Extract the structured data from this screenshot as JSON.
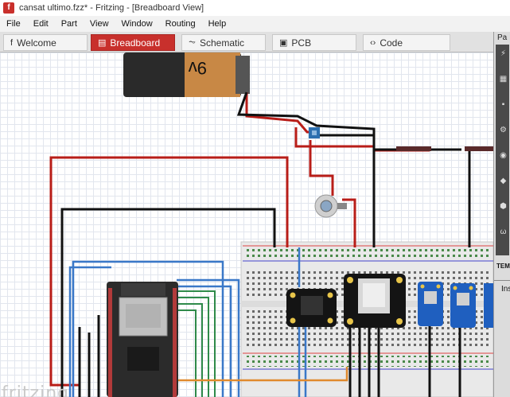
{
  "window": {
    "title": "cansat ultimo.fzz* - Fritzing - [Breadboard View]",
    "app_icon_letter": "f"
  },
  "menu": [
    "File",
    "Edit",
    "Part",
    "View",
    "Window",
    "Routing",
    "Help"
  ],
  "tabs": [
    {
      "label": "Welcome",
      "icon": "fritzing-f-icon",
      "glyph": "f",
      "active": false
    },
    {
      "label": "Breadboard",
      "icon": "breadboard-icon",
      "glyph": "▤",
      "active": true
    },
    {
      "label": "Schematic",
      "icon": "schematic-icon",
      "glyph": "⏦",
      "active": false
    },
    {
      "label": "PCB",
      "icon": "pcb-icon",
      "glyph": "▣",
      "active": false
    },
    {
      "label": "Code",
      "icon": "code-icon",
      "glyph": "‹›",
      "active": false
    }
  ],
  "canvas": {
    "battery_label": "9v",
    "watermark": "fritzing"
  },
  "side_panel": {
    "parts_title": "Pa",
    "temp_label": "TEM",
    "inspector_label": "Ins",
    "part_icons": [
      "lightning-icon",
      "grid-icon",
      "chip-icon",
      "gear-icon",
      "antenna-icon",
      "shapes-icon",
      "hexagon-icon",
      "coil-icon"
    ]
  },
  "colors": {
    "active_tab": "#c8302c",
    "wire_red": "#b81d18",
    "wire_black": "#111111",
    "wire_blue": "#3a78c8",
    "wire_orange": "#e08a2e",
    "breadboard": "#e9e9e9"
  }
}
